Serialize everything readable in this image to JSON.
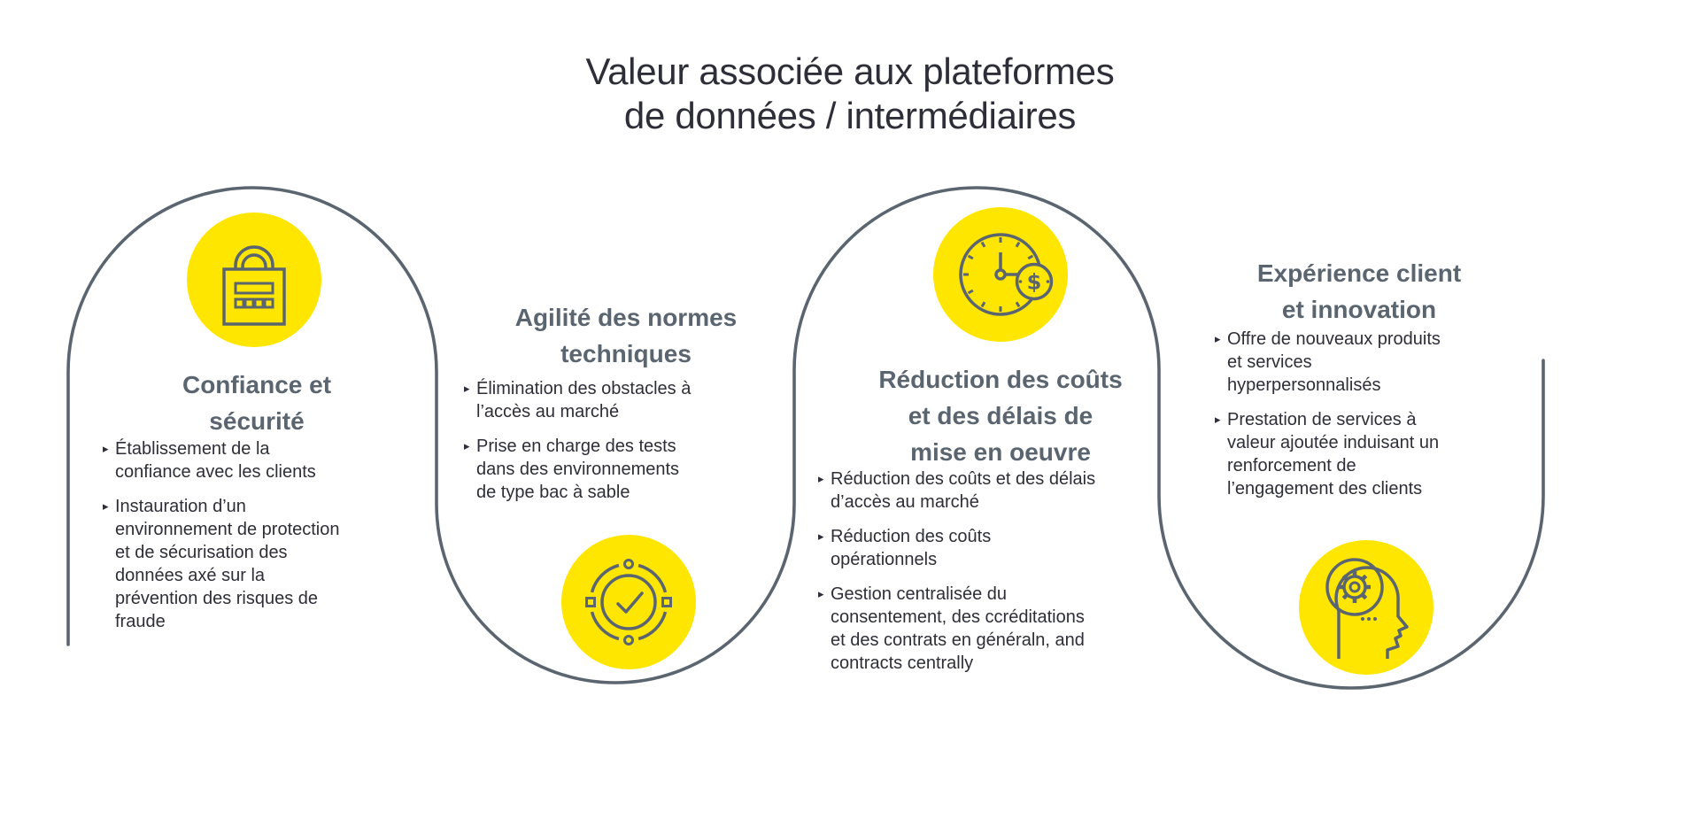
{
  "title": {
    "line1": "Valeur associée aux plateformes",
    "line2": "de données / intermédiaires"
  },
  "bullet_glyph": "▸",
  "colors": {
    "accent_yellow": "#FFE600",
    "slate_line": "#5A6570",
    "heading_gray": "#5A6570",
    "body_dark": "#2E2E38"
  },
  "sections": [
    {
      "icon": "lock-icon",
      "title_lines": [
        "Confiance et",
        "sécurité"
      ],
      "bullets": [
        "Établissement de la confiance avec les clients",
        "Instauration d’un environnement de protection et de sécurisation des données axé sur la prévention des risques de fraude"
      ]
    },
    {
      "icon": "target-check-icon",
      "title_lines": [
        "Agilité des normes",
        "techniques"
      ],
      "bullets": [
        "Élimination des obstacles à l’accès au marché",
        "Prise en charge des tests dans des environnements de type bac à sable"
      ]
    },
    {
      "icon": "clock-dollar-icon",
      "title_lines": [
        "Réduction des coûts",
        "et des délais de",
        "mise en oeuvre"
      ],
      "bullets": [
        "Réduction des coûts et des délais d’accès au marché",
        "Réduction des coûts opérationnels",
        "Gestion centralisée du consentement, des ccréditations et des contrats en généraln, and contracts centrally"
      ]
    },
    {
      "icon": "head-gear-icon",
      "title_lines": [
        "Expérience client",
        "et innovation"
      ],
      "bullets": [
        "Offre de nouveaux produits et services hyperpersonnalisés",
        "Prestation de services à valeur ajoutée induisant un renforcement de l’engagement des clients"
      ]
    }
  ]
}
